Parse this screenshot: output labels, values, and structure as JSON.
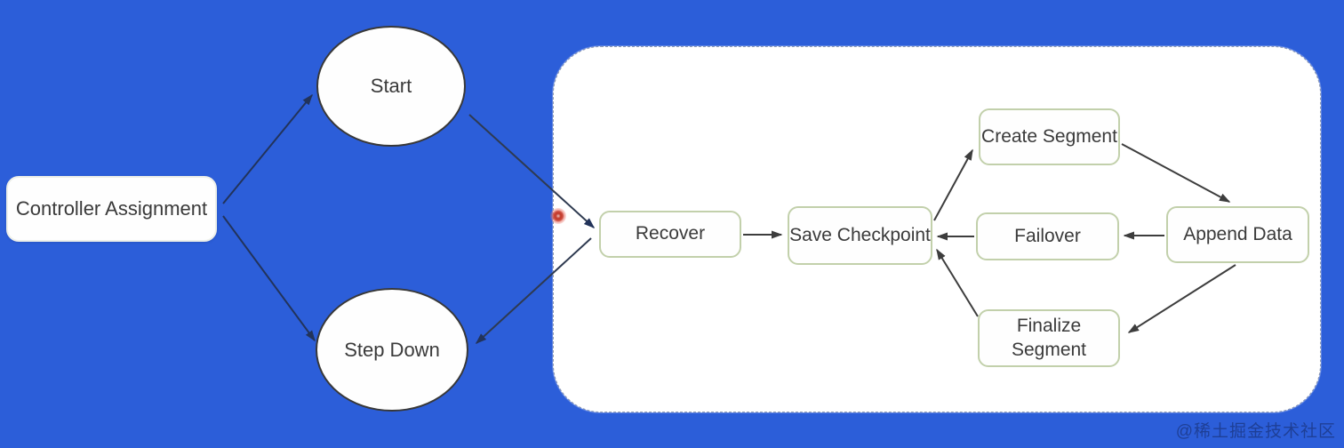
{
  "diagram": {
    "watermark": "@稀土掘金技术社区",
    "nodes": {
      "controller_assignment": "Controller Assignment",
      "start": "Start",
      "step_down": "Step Down",
      "recover": "Recover",
      "save_checkpoint": "Save Checkpoint",
      "create_segment": "Create Segment",
      "failover": "Failover",
      "append_data": "Append Data",
      "finalize_segment": "Finalize Segment"
    },
    "edges": [
      {
        "from": "Controller Assignment",
        "to": "Start"
      },
      {
        "from": "Controller Assignment",
        "to": "Step Down"
      },
      {
        "from": "Start",
        "to": "Recover"
      },
      {
        "from": "Recover",
        "to": "Step Down"
      },
      {
        "from": "Recover",
        "to": "Save Checkpoint"
      },
      {
        "from": "Save Checkpoint",
        "to": "Create Segment"
      },
      {
        "from": "Create Segment",
        "to": "Append Data"
      },
      {
        "from": "Append Data",
        "to": "Failover"
      },
      {
        "from": "Failover",
        "to": "Save Checkpoint"
      },
      {
        "from": "Append Data",
        "to": "Finalize Segment"
      },
      {
        "from": "Finalize Segment",
        "to": "Save Checkpoint"
      }
    ],
    "colors": {
      "background": "#2c5ed9",
      "panel_fill": "#ffffff",
      "box_border_green": "#c2d0ab",
      "ellipse_border": "#383838",
      "arrow_outer": "#22335a",
      "arrow_inner": "#3d3d3d",
      "text": "#3a3a3a",
      "watermark": "#1c3a8a",
      "laser_dot": "#c0392b"
    }
  }
}
